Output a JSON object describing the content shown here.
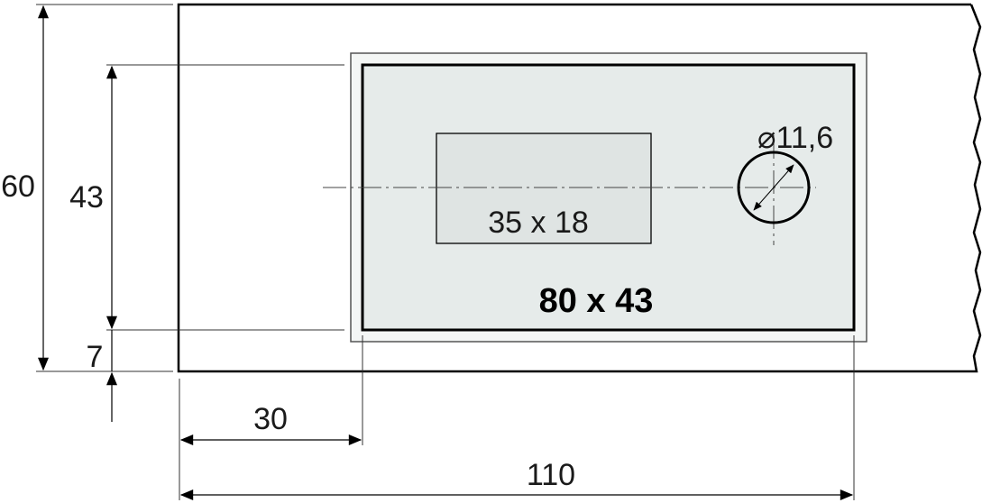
{
  "dimensions": {
    "overall_height": "60",
    "panel_height": "43",
    "bottom_offset": "7",
    "left_offset": "30",
    "total_width": "110"
  },
  "panel": {
    "size_label": "80 x 43",
    "window_label": "35 x 18",
    "hole_label": "⌀11,6"
  },
  "colors": {
    "panel_fill": "#e6ebea",
    "window_fill": "#dfe4e3",
    "line": "#000000",
    "thin_line": "#333333"
  }
}
